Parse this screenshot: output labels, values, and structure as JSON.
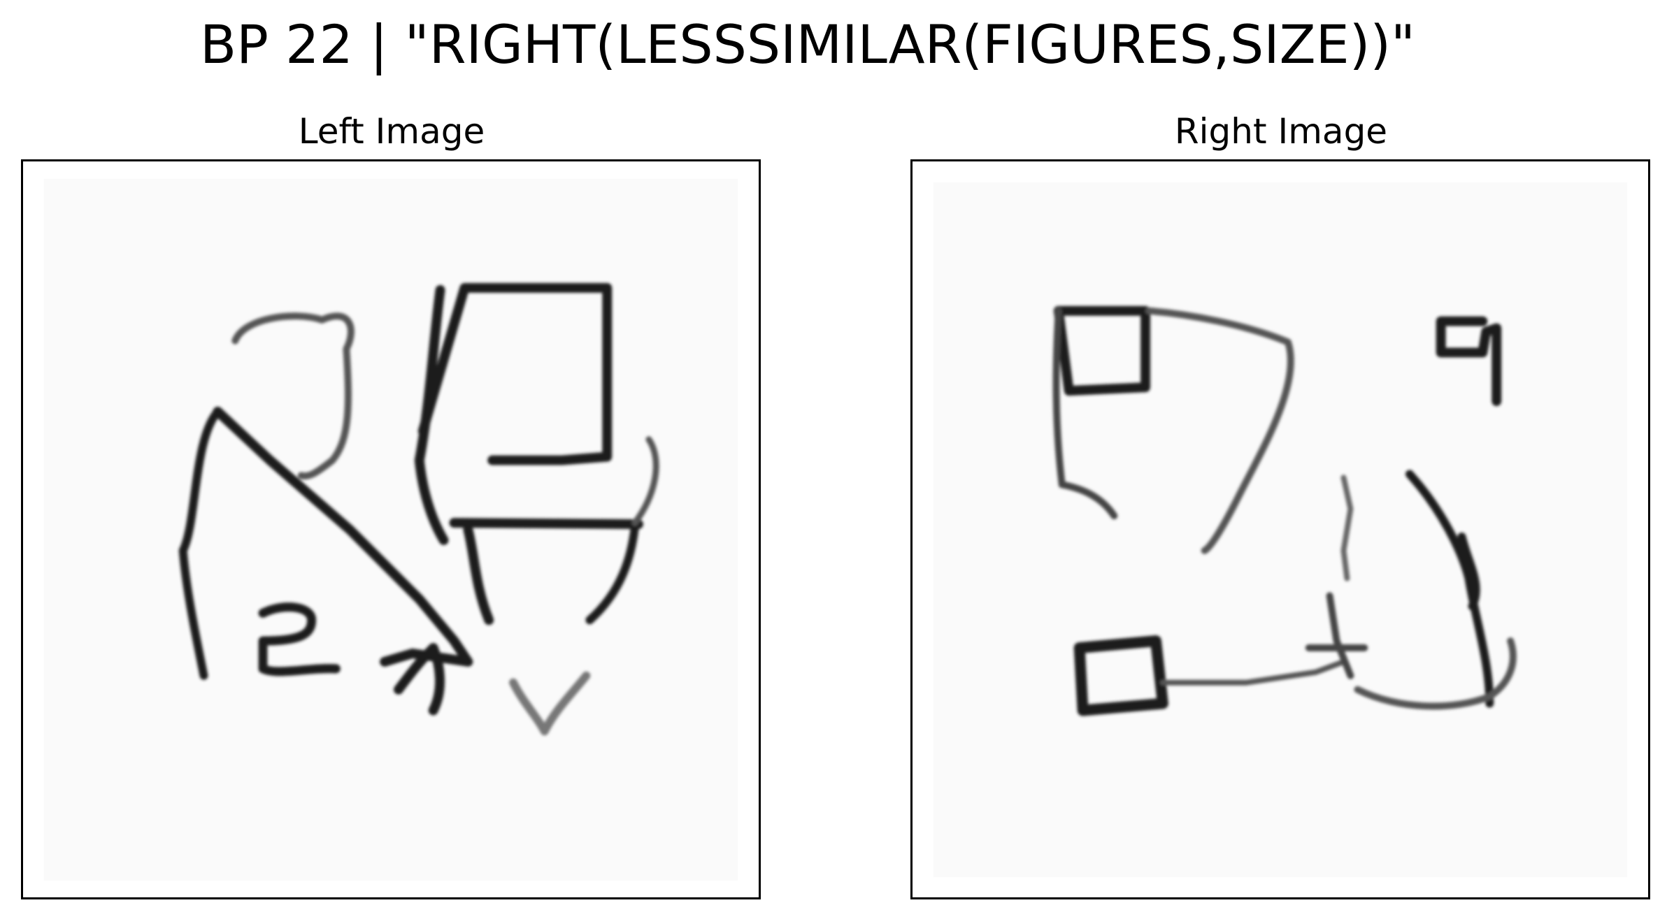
{
  "title": "BP 22 | \"RIGHT(LESSSIMILAR(FIGURES,SIZE))\"",
  "panels": {
    "left": {
      "caption": "Left Image"
    },
    "right": {
      "caption": "Right Image"
    }
  },
  "colors": {
    "ink": "#1a1a1a",
    "frame": "#000000",
    "paper": "#fdfdfd"
  }
}
